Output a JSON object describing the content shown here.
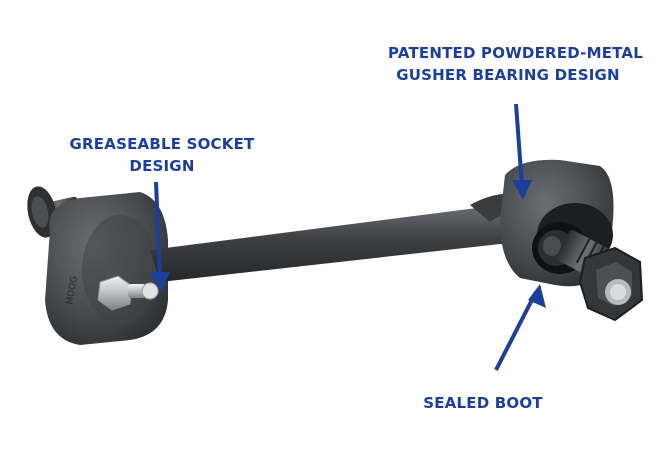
{
  "callouts": {
    "bearing": {
      "line1": "PATENTED POWDERED-METAL",
      "line2": "GUSHER BEARING DESIGN"
    },
    "socket": {
      "line1": "GREASEABLE SOCKET",
      "line2": "DESIGN"
    },
    "boot": {
      "line1": "SEALED BOOT"
    }
  },
  "colors": {
    "callout_text": "#1d3f9c",
    "arrow": "#1d3f9c",
    "metal_dark": "#3a3d40",
    "metal_mid": "#55595d",
    "zinc": "#c8ccd0",
    "background": "#ffffff"
  }
}
